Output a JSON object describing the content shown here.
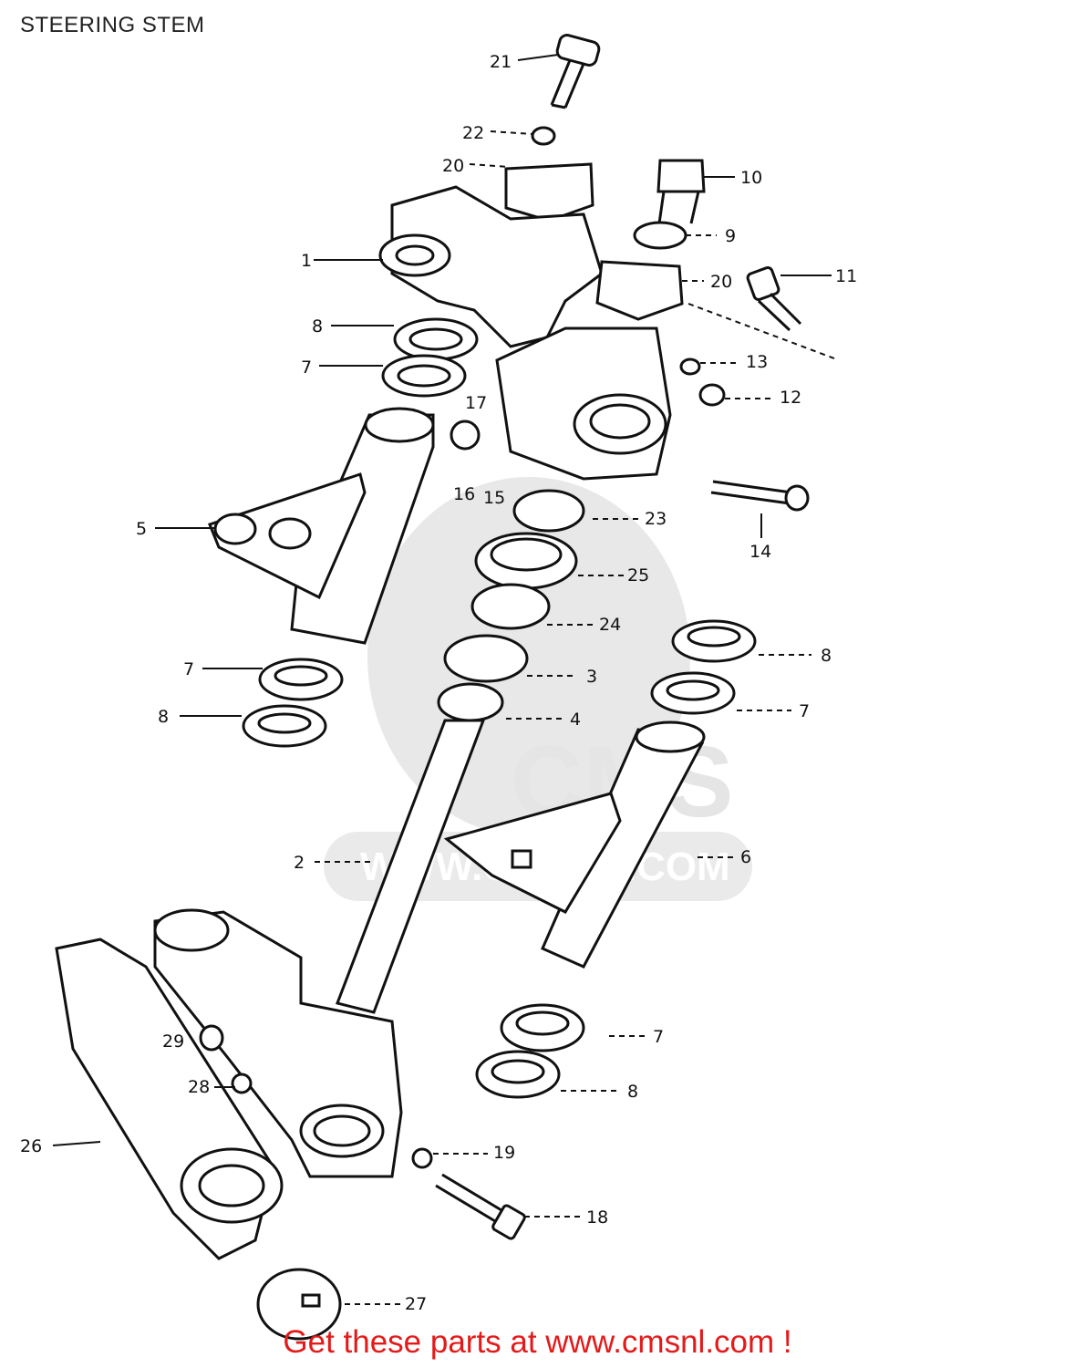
{
  "title": "STEERING STEM",
  "footer_link": "Get these parts at www.cmsnl.com !",
  "watermark": {
    "logo_text": "CMS",
    "url_text": "WWW.CMSNL.COM"
  },
  "parts": [
    {
      "n": "21"
    },
    {
      "n": "22"
    },
    {
      "n": "20"
    },
    {
      "n": "10"
    },
    {
      "n": "9"
    },
    {
      "n": "1"
    },
    {
      "n": "20"
    },
    {
      "n": "11"
    },
    {
      "n": "8"
    },
    {
      "n": "7"
    },
    {
      "n": "13"
    },
    {
      "n": "12"
    },
    {
      "n": "17"
    },
    {
      "n": "16"
    },
    {
      "n": "15"
    },
    {
      "n": "23"
    },
    {
      "n": "14"
    },
    {
      "n": "5"
    },
    {
      "n": "25"
    },
    {
      "n": "24"
    },
    {
      "n": "8"
    },
    {
      "n": "7"
    },
    {
      "n": "3"
    },
    {
      "n": "7"
    },
    {
      "n": "8"
    },
    {
      "n": "4"
    },
    {
      "n": "2"
    },
    {
      "n": "6"
    },
    {
      "n": "29"
    },
    {
      "n": "7"
    },
    {
      "n": "28"
    },
    {
      "n": "8"
    },
    {
      "n": "26"
    },
    {
      "n": "19"
    },
    {
      "n": "18"
    },
    {
      "n": "27"
    }
  ]
}
